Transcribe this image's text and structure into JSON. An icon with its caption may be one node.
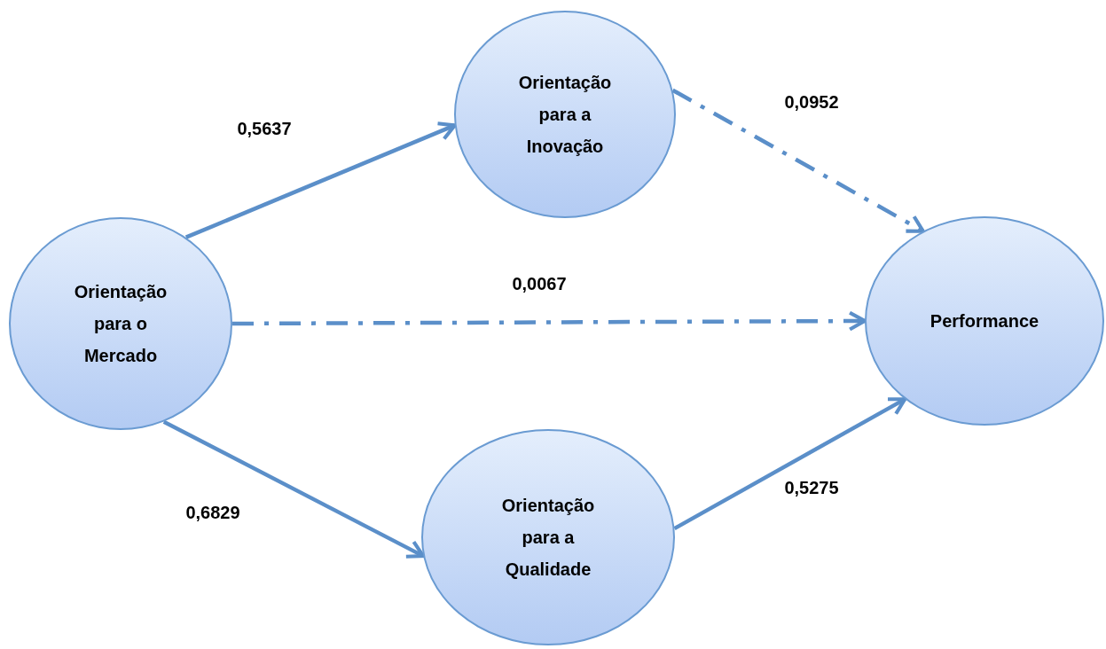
{
  "diagram": {
    "nodes": [
      {
        "text": [
          "Orientação para o Mercado"
        ]
      },
      {
        "text": [
          "Orientação para a Inovação"
        ]
      },
      {
        "text": [
          "Performance"
        ]
      },
      {
        "text": [
          "Orientação para a Qualidade"
        ]
      }
    ],
    "edges": [
      {
        "from": 0,
        "to": 1,
        "arrow": "to",
        "label": "0,5637"
      },
      {
        "from": 1,
        "to": 2,
        "arrow": "to",
        "label": "0,0952",
        "style": "dashed"
      },
      {
        "from": 0,
        "to": 2,
        "arrow": "to",
        "label": "0,0067",
        "style": "dashed"
      },
      {
        "from": 0,
        "to": 3,
        "arrow": "to",
        "label": "0,6829"
      },
      {
        "from": 3,
        "to": 2,
        "arrow": "to",
        "label": "0,5275"
      }
    ]
  }
}
